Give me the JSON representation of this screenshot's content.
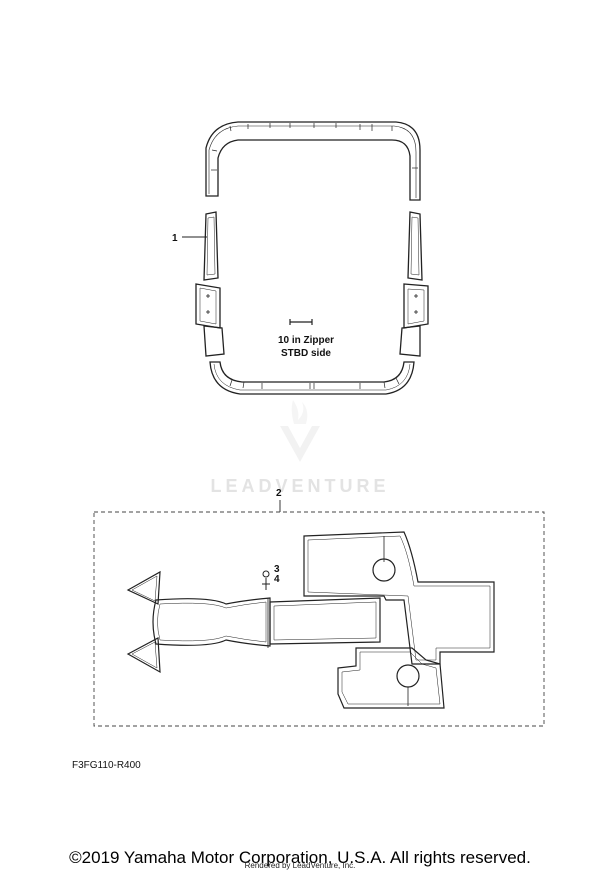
{
  "diagram": {
    "callouts": {
      "part1": "1",
      "part2": "2",
      "part3": "3",
      "part4": "4"
    },
    "zipper_note_line1": "10 in Zipper",
    "zipper_note_line2": "STBD  side",
    "figure_code": "F3FG110-R400",
    "watermark": "LEADVENTURE"
  },
  "footer": {
    "copyright": "©2019 Yamaha Motor Corporation, U.S.A. All rights reserved.",
    "rendered_by": "Rendered by LeadVenture, Inc."
  }
}
